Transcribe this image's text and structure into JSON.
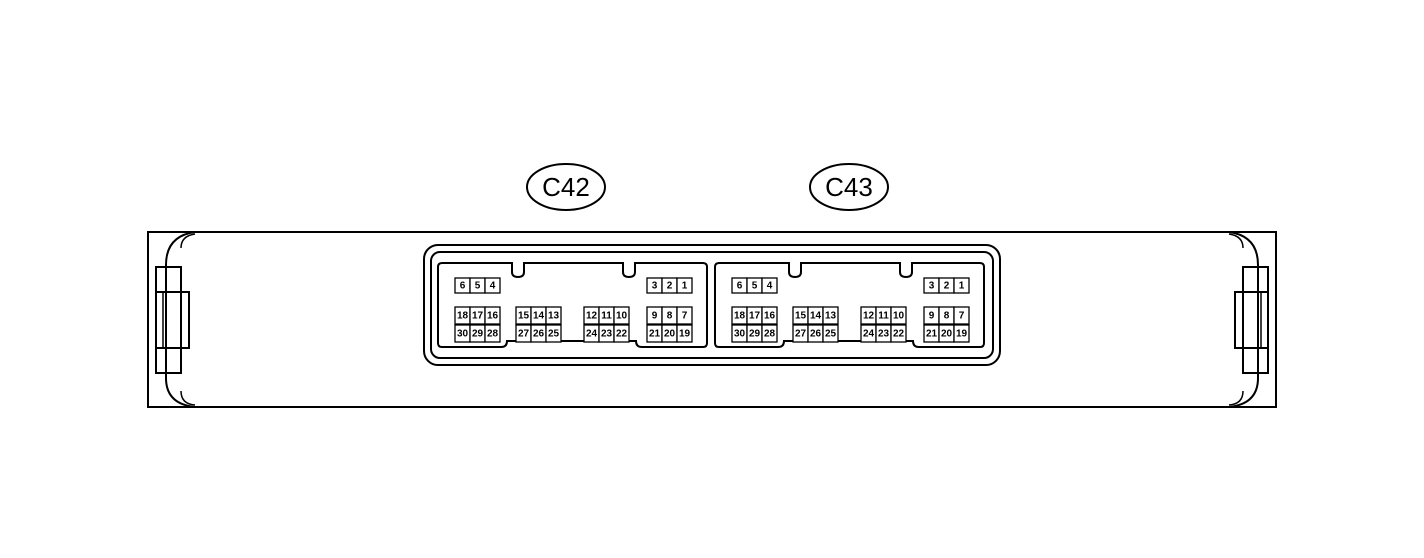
{
  "connectors": [
    {
      "label": "C42",
      "rows": [
        [
          [
            "6",
            "5",
            "4"
          ],
          [
            "3",
            "2",
            "1"
          ]
        ],
        [
          [
            "18",
            "17",
            "16"
          ],
          [
            "15",
            "14",
            "13"
          ],
          [
            "12",
            "11",
            "10"
          ],
          [
            "9",
            "8",
            "7"
          ]
        ],
        [
          [
            "30",
            "29",
            "28"
          ],
          [
            "27",
            "26",
            "25"
          ],
          [
            "24",
            "23",
            "22"
          ],
          [
            "21",
            "20",
            "19"
          ]
        ]
      ]
    },
    {
      "label": "C43",
      "rows": [
        [
          [
            "6",
            "5",
            "4"
          ],
          [
            "3",
            "2",
            "1"
          ]
        ],
        [
          [
            "18",
            "17",
            "16"
          ],
          [
            "15",
            "14",
            "13"
          ],
          [
            "12",
            "11",
            "10"
          ],
          [
            "9",
            "8",
            "7"
          ]
        ],
        [
          [
            "30",
            "29",
            "28"
          ],
          [
            "27",
            "26",
            "25"
          ],
          [
            "24",
            "23",
            "22"
          ],
          [
            "21",
            "20",
            "19"
          ]
        ]
      ]
    }
  ]
}
